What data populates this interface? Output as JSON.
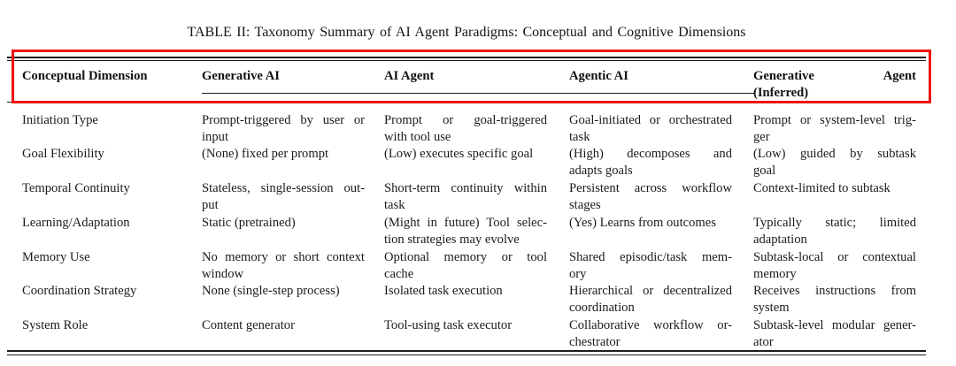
{
  "caption": "TABLE II: Taxonomy Summary of AI Agent Paradigms: Conceptual and Cognitive Dimensions",
  "annotation": {
    "shape": "rectangle",
    "color": "#ee1410",
    "purpose": "highlights header row"
  },
  "rule_color": "#1c1c1c",
  "table": {
    "columns": [
      {
        "label": [
          "Conceptual Dimension"
        ]
      },
      {
        "label": [
          "Generative AI"
        ]
      },
      {
        "label": [
          "AI Agent"
        ]
      },
      {
        "label": [
          "Agentic AI"
        ]
      },
      {
        "label": [
          "Generative Agent",
          "(Inferred)"
        ]
      }
    ],
    "rows": [
      {
        "cells": [
          [
            "Initiation Type"
          ],
          [
            "Prompt-triggered by user or",
            "input"
          ],
          [
            "Prompt or goal-triggered",
            "with tool use"
          ],
          [
            "Goal-initiated or orchestrated",
            "task"
          ],
          [
            "Prompt or system-level trig-",
            "ger"
          ]
        ]
      },
      {
        "cells": [
          [
            "Goal Flexibility"
          ],
          [
            "(None) fixed per prompt"
          ],
          [
            "(Low) executes specific goal"
          ],
          [
            "(High) decomposes and",
            "adapts goals"
          ],
          [
            "(Low) guided by subtask",
            "goal"
          ]
        ]
      },
      {
        "cells": [
          [
            "Temporal Continuity"
          ],
          [
            "Stateless, single-session out-",
            "put"
          ],
          [
            "Short-term continuity within",
            "task"
          ],
          [
            "Persistent across workflow",
            "stages"
          ],
          [
            "Context-limited to subtask"
          ]
        ]
      },
      {
        "cells": [
          [
            "Learning/Adaptation"
          ],
          [
            "Static (pretrained)"
          ],
          [
            "(Might in future) Tool selec-",
            "tion strategies may evolve"
          ],
          [
            "(Yes) Learns from outcomes"
          ],
          [
            "Typically static; limited",
            "adaptation"
          ]
        ]
      },
      {
        "cells": [
          [
            "Memory Use"
          ],
          [
            "No memory or short context",
            "window"
          ],
          [
            "Optional memory or tool",
            "cache"
          ],
          [
            "Shared episodic/task mem-",
            "ory"
          ],
          [
            "Subtask-local or contextual",
            "memory"
          ]
        ]
      },
      {
        "cells": [
          [
            "Coordination Strategy"
          ],
          [
            "None (single-step process)"
          ],
          [
            "Isolated task execution"
          ],
          [
            "Hierarchical or decentralized",
            "coordination"
          ],
          [
            "Receives instructions from",
            "system"
          ]
        ]
      },
      {
        "cells": [
          [
            "System Role"
          ],
          [
            "Content generator"
          ],
          [
            "Tool-using task executor"
          ],
          [
            "Collaborative workflow or-",
            "chestrator"
          ],
          [
            "Subtask-level modular gener-",
            "ator"
          ]
        ]
      }
    ]
  }
}
